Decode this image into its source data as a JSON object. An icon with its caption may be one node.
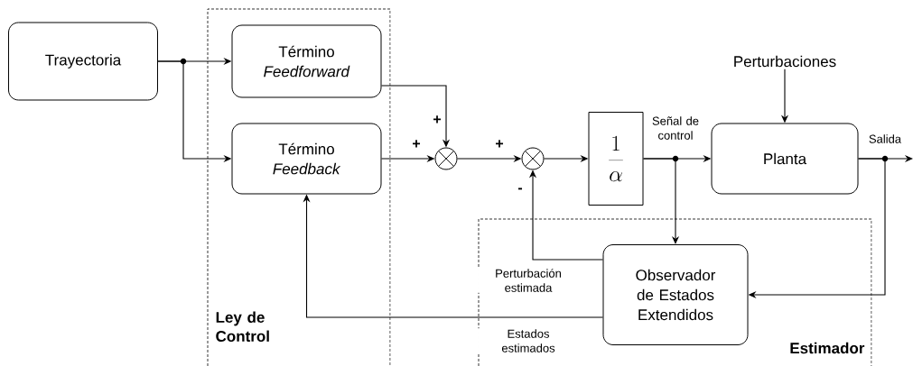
{
  "diagram": {
    "nodes": [
      {
        "text": [
          "Trayectoria"
        ]
      },
      {
        "text": [
          "Ley de Control"
        ]
      },
      {
        "text": [
          "Término *Feedforward*"
        ],
        "in": 1
      },
      {
        "text": [
          "Término *Feedback*"
        ],
        "in": 1
      },
      {
        "text": [],
        "shape": "circle"
      },
      {
        "text": [],
        "shape": "circle"
      },
      {
        "text": [
          "\\frac{1}{\\alpha}"
        ]
      },
      {
        "text": [
          "Planta"
        ]
      },
      {
        "text": [
          "Perturbaciones"
        ]
      },
      {
        "text": [
          "Estimador"
        ]
      },
      {
        "text": [
          "Observador de Estados Extendidos"
        ],
        "in": 9
      }
    ],
    "edges": [
      {
        "from": 0,
        "to": 2,
        "arrow": "to"
      },
      {
        "from": 0,
        "to": 3,
        "arrow": "to"
      },
      {
        "from": 2,
        "to": 4,
        "arrow": "to"
      },
      {
        "from": 3,
        "to": 4,
        "arrow": "to"
      },
      {
        "from": 4,
        "to": 5,
        "arrow": "to"
      },
      {
        "from": 5,
        "to": 6,
        "arrow": "to"
      },
      {
        "from": 6,
        "to": 7,
        "arrow": "to",
        "label": "Señal de control"
      },
      {
        "from": 6,
        "to": 10,
        "arrow": "to"
      },
      {
        "from": 8,
        "to": 7,
        "arrow": "to"
      },
      {
        "from": 7,
        "to": null,
        "arrow": "to",
        "label": "Salida"
      },
      {
        "from": 7,
        "to": 10,
        "arrow": "to"
      },
      {
        "from": 10,
        "to": 5,
        "arrow": "to",
        "label": "Perturbación estimada"
      },
      {
        "from": 10,
        "to": 3,
        "arrow": "to",
        "label": "Estados estimados"
      }
    ],
    "labels": [
      "+",
      "+",
      "+",
      "-"
    ]
  }
}
